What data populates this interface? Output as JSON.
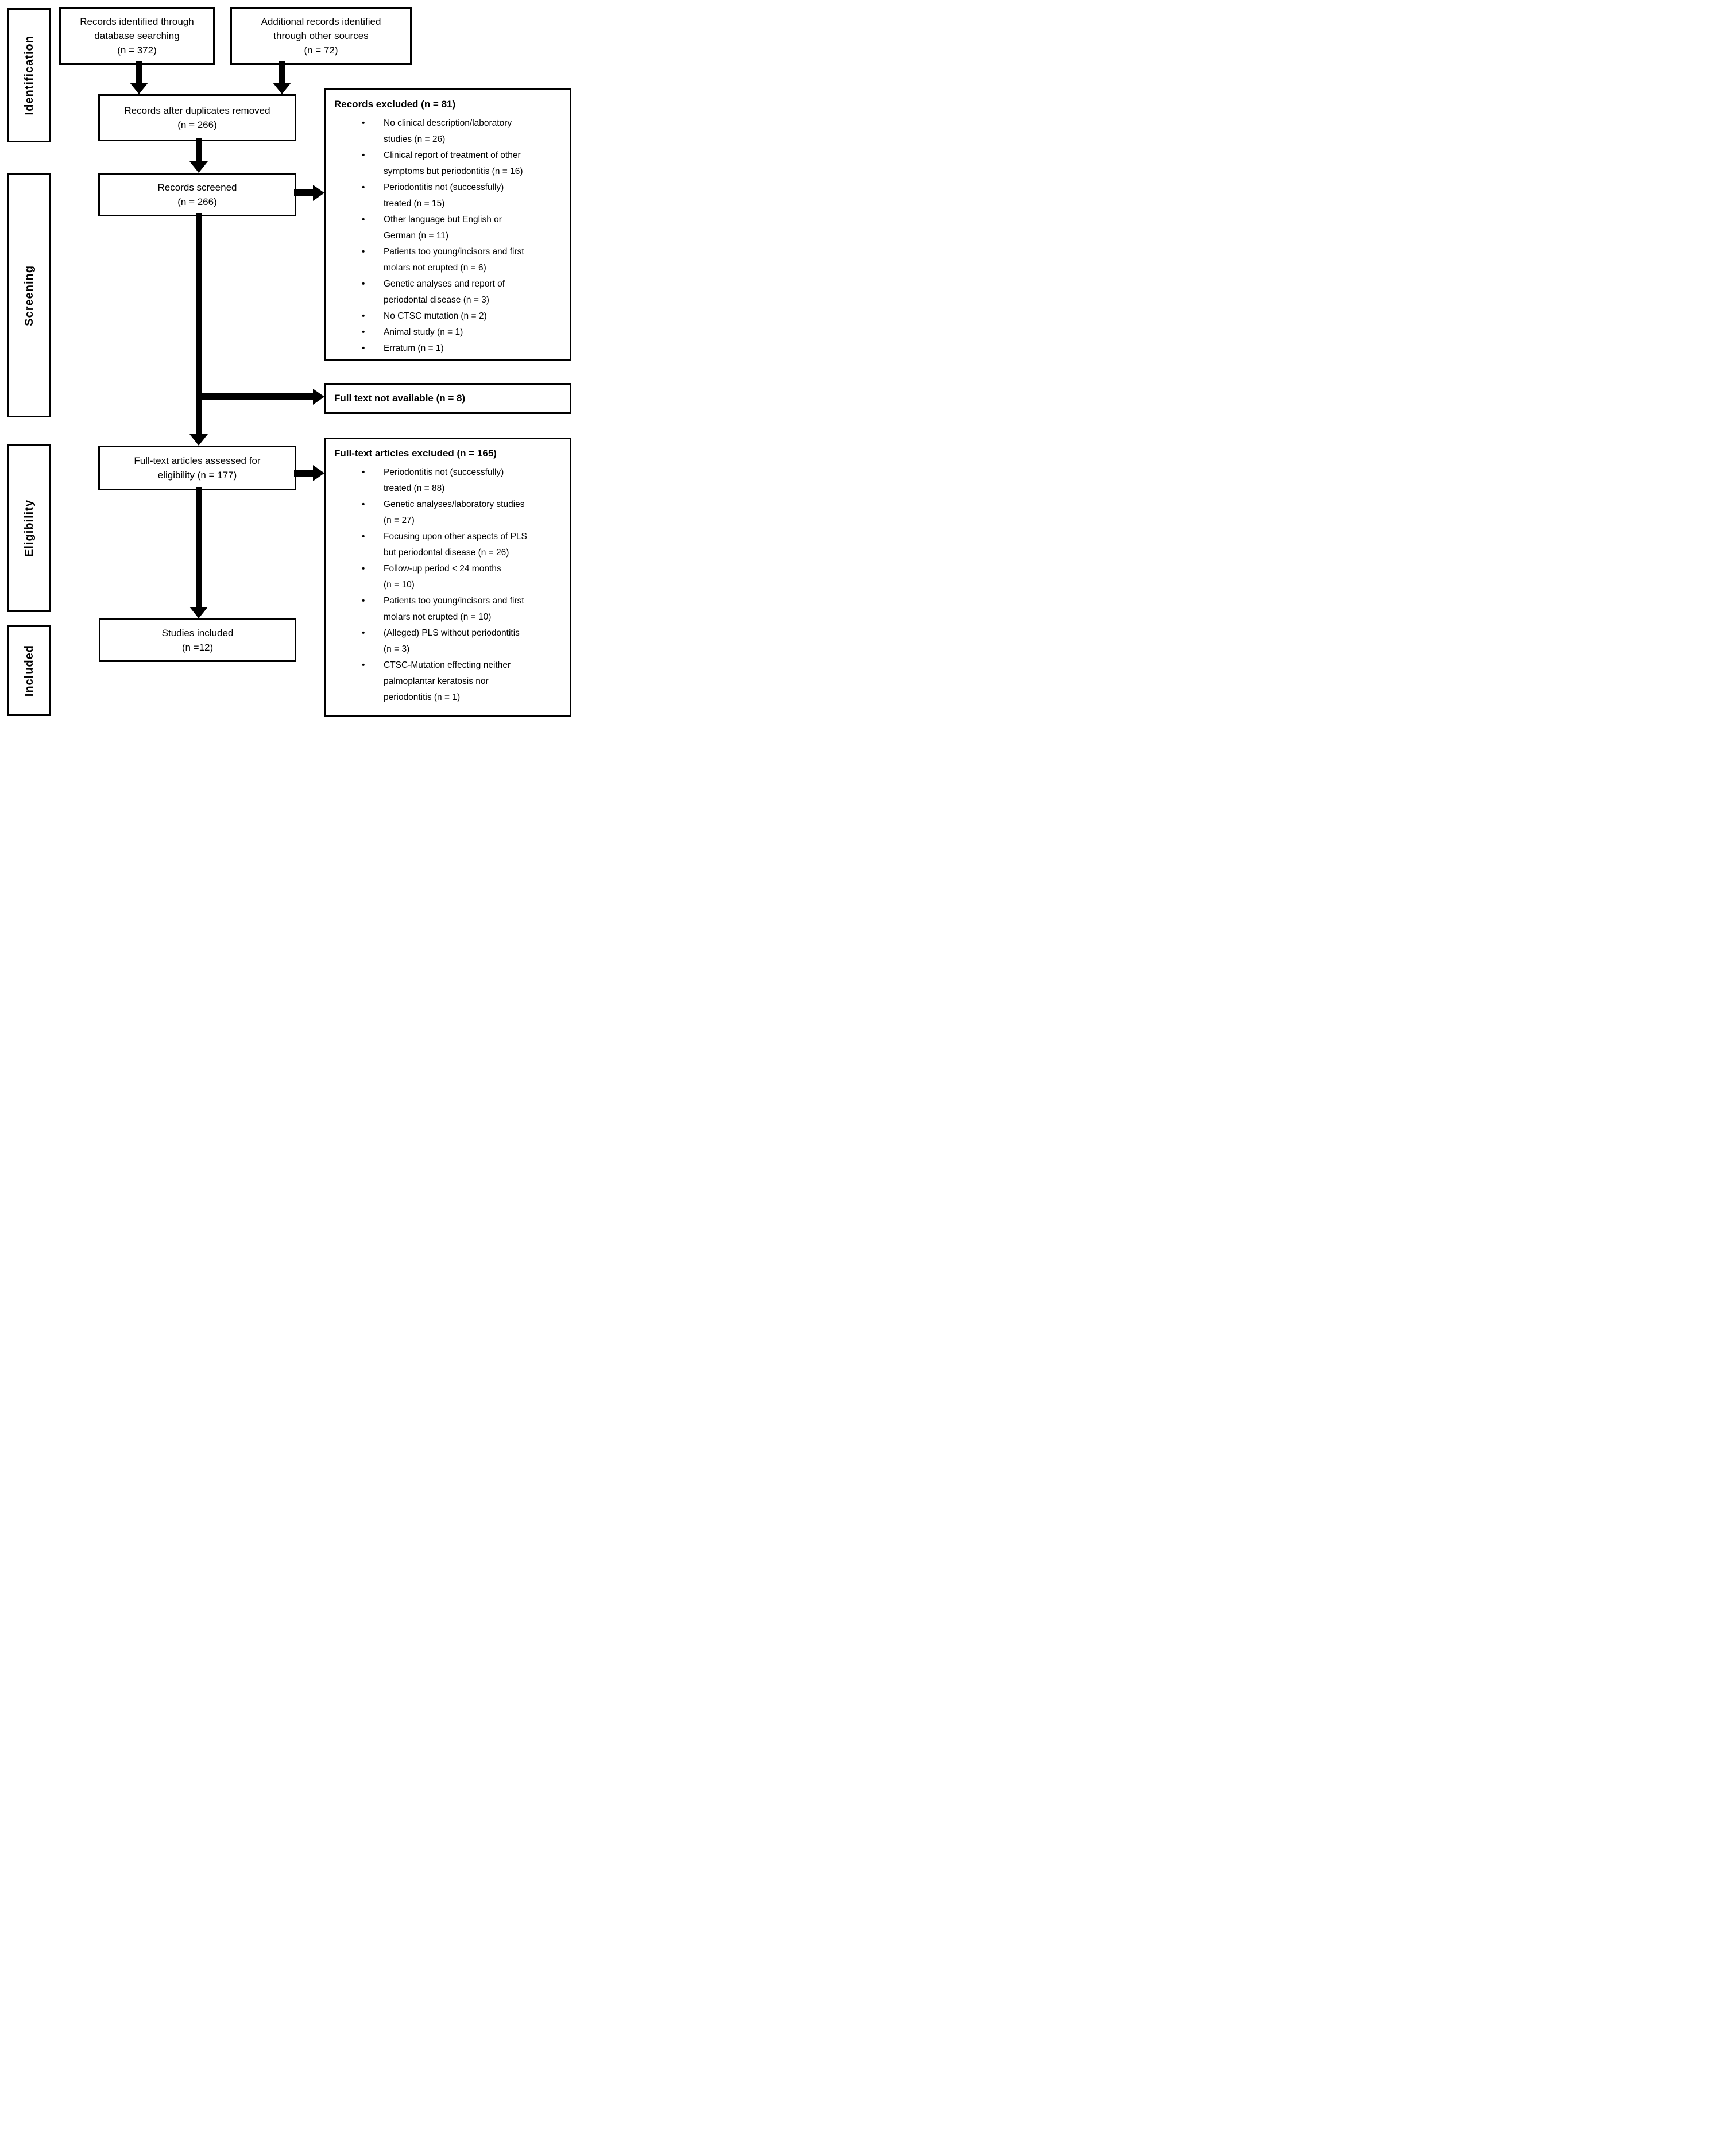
{
  "stages": [
    {
      "label": "Identification"
    },
    {
      "label": "Screening"
    },
    {
      "label": "Eligibility"
    },
    {
      "label": "Included"
    }
  ],
  "flow": {
    "database": {
      "lines": [
        "Records identified through",
        "database searching",
        "(n = 372)"
      ]
    },
    "additional": {
      "lines": [
        "Additional records identified",
        "through other sources",
        "(n = 72)"
      ]
    },
    "duplicates": {
      "lines": [
        "Records after duplicates removed",
        "(n = 266)"
      ]
    },
    "screened": {
      "lines": [
        "Records screened",
        "(n = 266)"
      ]
    },
    "assessed": {
      "lines": [
        "Full-text articles assessed for",
        "eligibility (n = 177)"
      ]
    },
    "studies": {
      "lines": [
        "Studies included",
        "(n =12)"
      ]
    }
  },
  "records_excluded": {
    "title": "Records excluded (n = 81)",
    "items": [
      "No clinical description/laboratory\nstudies (n = 26)",
      "Clinical report of treatment of other\nsymptoms but periodontitis (n = 16)",
      "Periodontitis not (successfully)\ntreated (n = 15)",
      "Other language but English or\nGerman (n = 11)",
      "Patients too young/incisors and first\nmolars not erupted  (n = 6)",
      "Genetic analyses and report of\nperiodontal disease (n = 3)",
      "No CTSC mutation (n = 2)",
      "Animal study (n = 1)",
      "Erratum (n = 1)"
    ]
  },
  "fulltext_not_available": {
    "title": "Full text not available (n = 8)"
  },
  "fulltext_excluded": {
    "title": "Full-text articles excluded (n = 165)",
    "items": [
      "Periodontitis not (successfully)\ntreated (n = 88)",
      "Genetic analyses/laboratory studies\n(n = 27)",
      "Focusing upon other aspects of PLS\nbut periodontal disease (n = 26)",
      "Follow-up period < 24 months\n(n = 10)",
      "Patients too young/incisors and first\nmolars not erupted (n = 10)",
      "(Alleged) PLS without periodontitis\n(n = 3)",
      "CTSC-Mutation effecting neither\npalmoplantar keratosis nor\nperiodontitis (n = 1)"
    ]
  },
  "bullet_glyph": "•"
}
